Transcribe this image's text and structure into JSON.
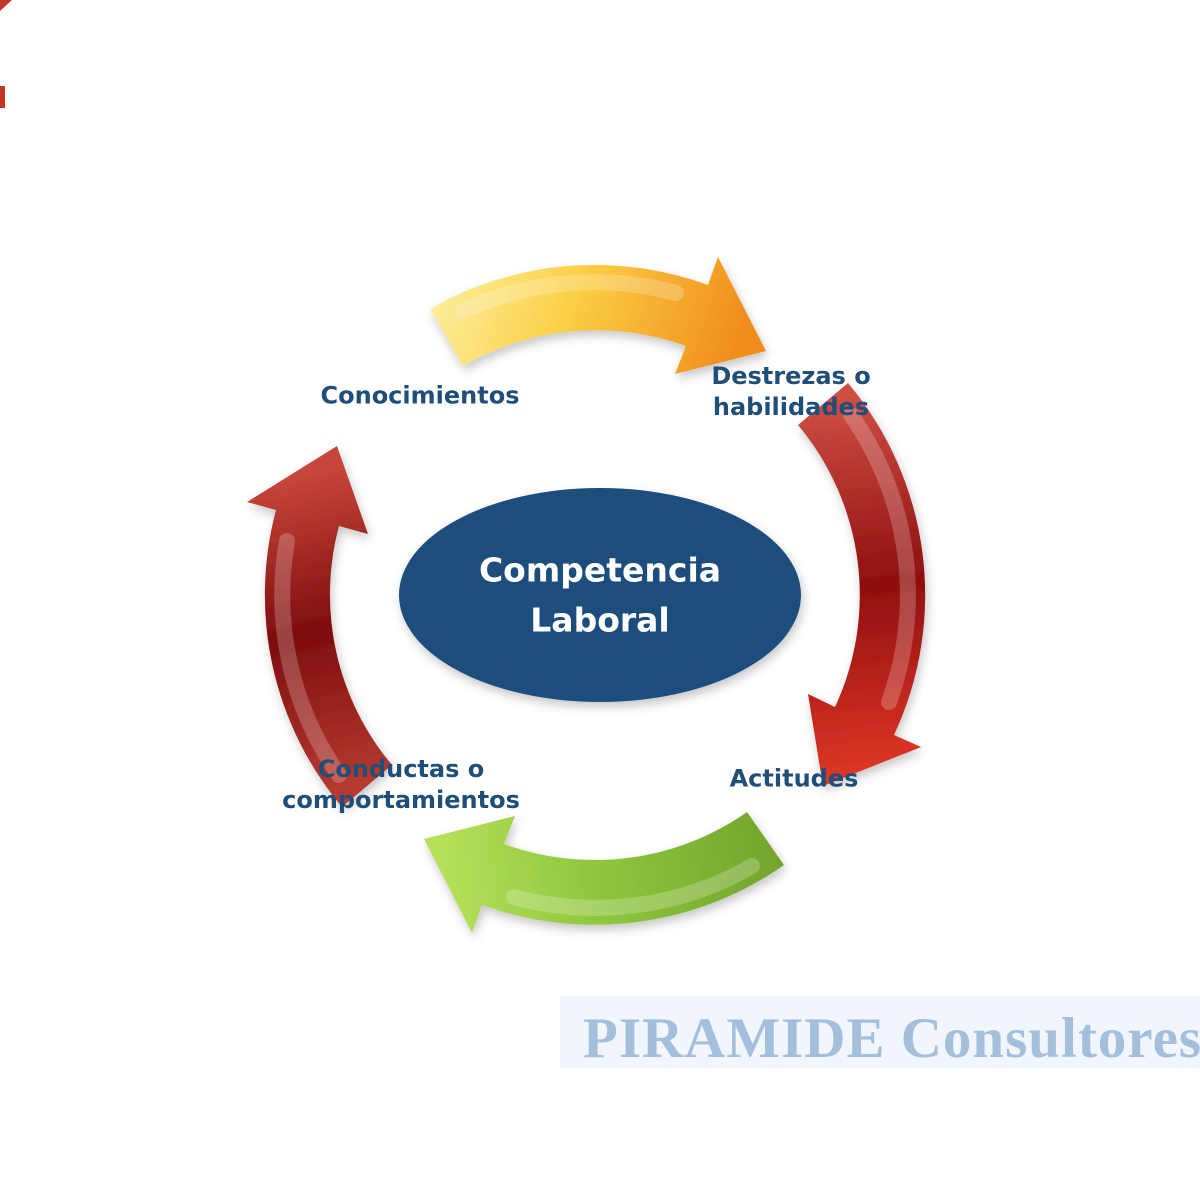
{
  "center": {
    "line1": "Competencia",
    "line2": "Laboral"
  },
  "nodes": {
    "conocimientos": {
      "label": "Conocimientos"
    },
    "destrezas": {
      "label": "Destrezas o habilidades"
    },
    "actitudes": {
      "label": "Actitudes"
    },
    "conductas": {
      "label": "Conductas o comportamientos"
    }
  },
  "watermark": {
    "text": "PIRAMIDE Consultores"
  },
  "colors": {
    "center_ellipse": "#1f4d7c",
    "center_text": "#ffffff",
    "label_blue": "#1f4e79",
    "watermark_blue": "#a3bfdb",
    "arrow_top_light": "#fdf0a0",
    "arrow_top_mid": "#fbcf45",
    "arrow_top_dark": "#f08c1a",
    "arrow_right_light": "#cf4f45",
    "arrow_right_dark": "#8f0f0f",
    "arrow_right_head": "#e03726",
    "arrow_bottom_dark": "#73a42c",
    "arrow_bottom_mid": "#8fc63e",
    "arrow_bottom_light": "#b5e05a",
    "arrow_left_light": "#b53a30",
    "arrow_left_dark": "#7d0d0d",
    "arrow_left_head": "#c8453a"
  }
}
